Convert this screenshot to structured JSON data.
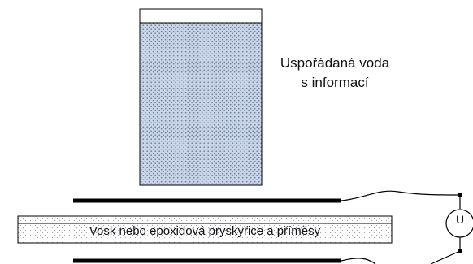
{
  "labels": {
    "water_line1": "Uspořádaná voda",
    "water_line2": "s informací",
    "wax": "Vosk nebo epoxidová pryskyřice a příměsy",
    "voltmeter": "U"
  },
  "colors": {
    "water_fill": "#c9d6ea",
    "dots": "#7a8898",
    "outline": "#000000",
    "wax_fill": "#ffffff"
  }
}
